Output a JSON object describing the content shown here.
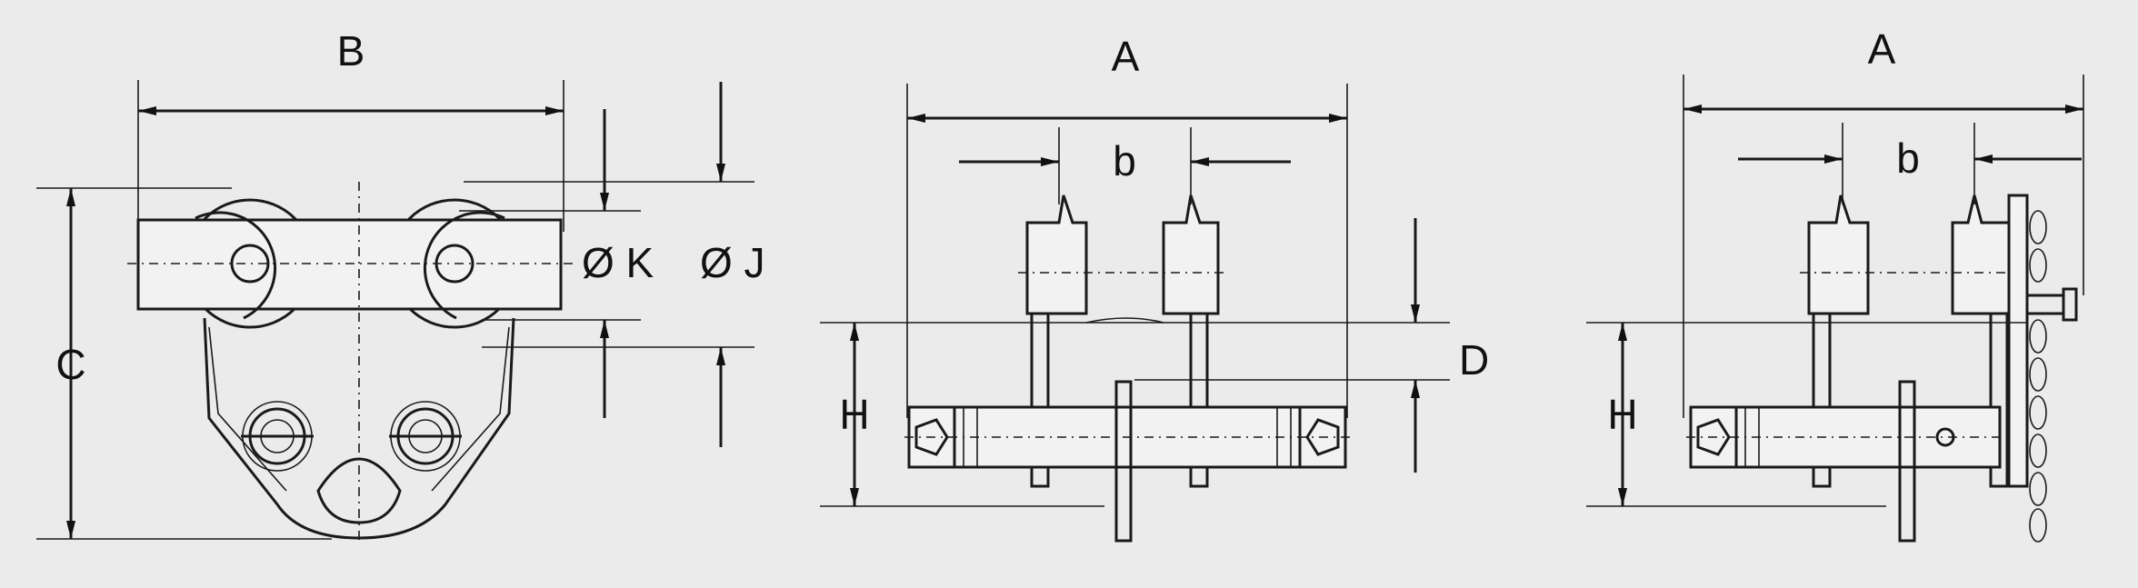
{
  "colors": {
    "background": "#ebebeb",
    "line": "#1a1a1a"
  },
  "labels": {
    "front": {
      "b": "B",
      "c": "C",
      "k": "Ø K",
      "j": "Ø J"
    },
    "side_plain": {
      "a": "A",
      "b_small": "b",
      "h": "H",
      "d": "D"
    },
    "side_geared": {
      "a": "A",
      "b_small": "b",
      "h": "H"
    }
  }
}
